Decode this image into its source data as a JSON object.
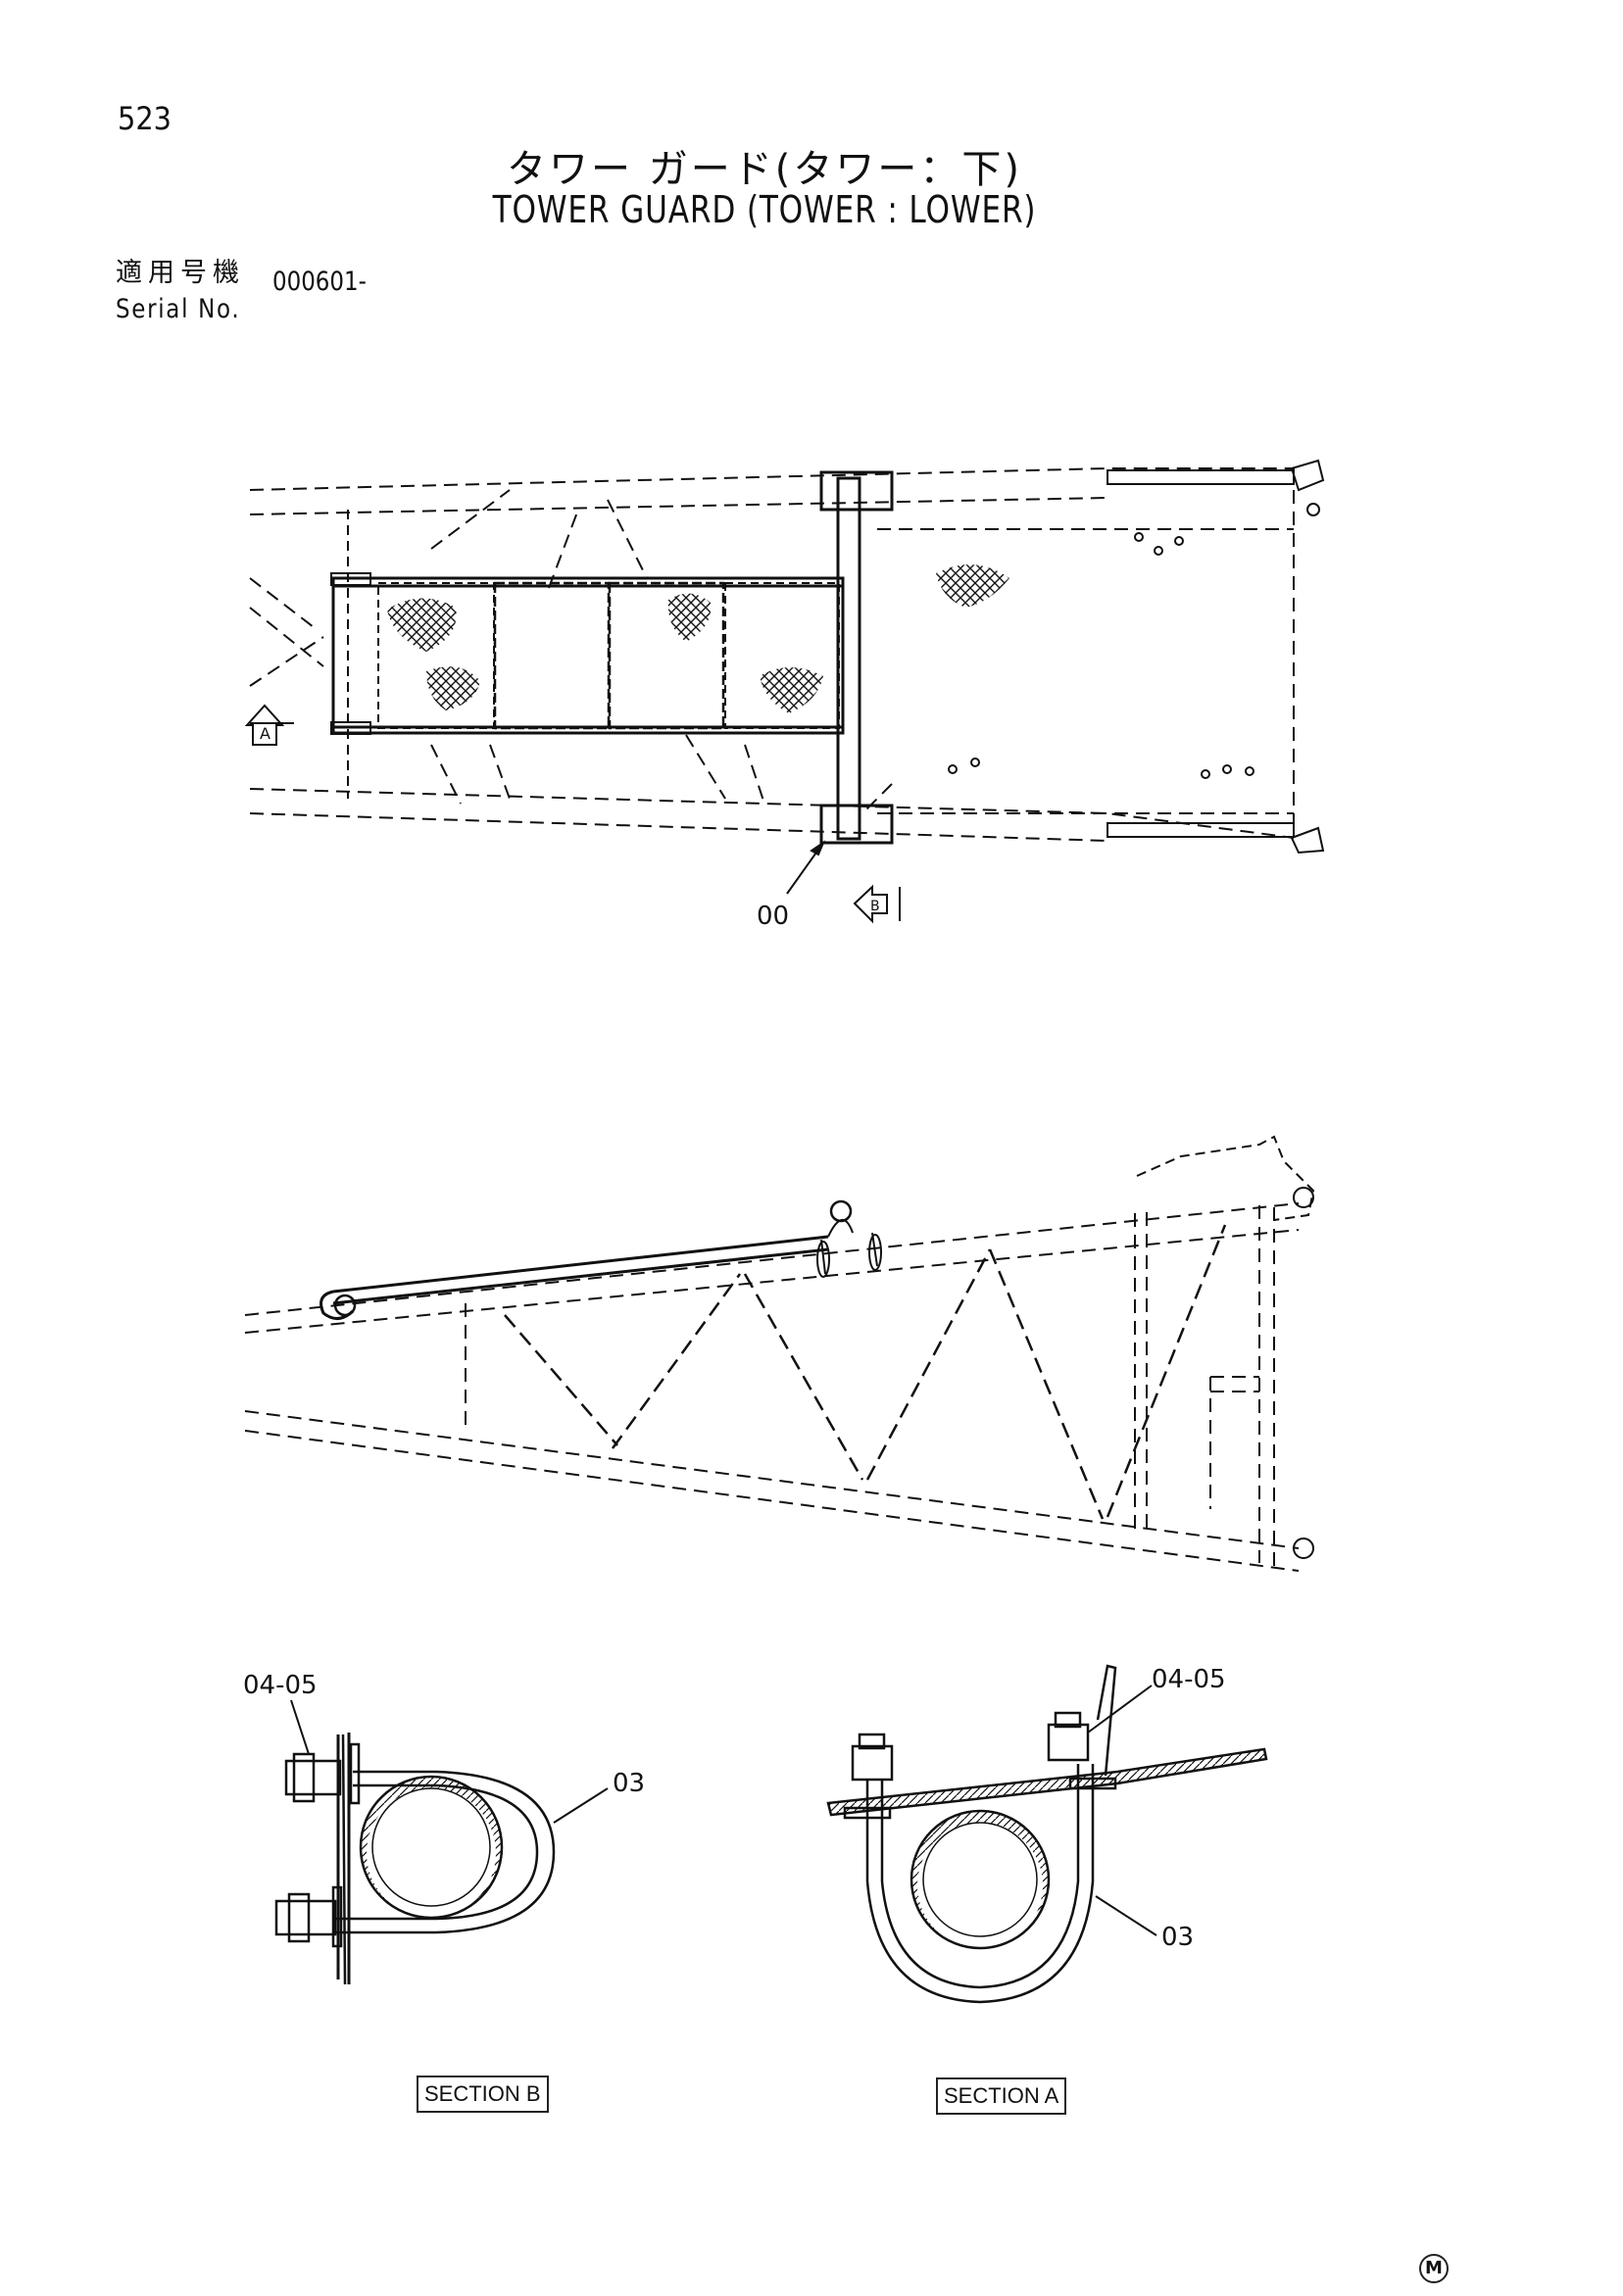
{
  "page": {
    "number": "523",
    "title_ja": "タワー ガード(タワー：下)",
    "title_en": "TOWER GUARD (TOWER : LOWER)",
    "serial_label_ja": "適用号機",
    "serial_label_en": "Serial No.",
    "serial_value": "000601-"
  },
  "callouts": {
    "part_00": "00",
    "view_a_marker": "A",
    "view_b_marker": "B",
    "b_part_04_05": "04-05",
    "b_part_03": "03",
    "a_part_04_05": "04-05",
    "a_part_03": "03"
  },
  "sections": {
    "section_b": "SECTION B",
    "section_a": "SECTION A"
  },
  "footer": {
    "mark": "M"
  },
  "colors": {
    "ink": "#111111",
    "paper": "#ffffff"
  }
}
